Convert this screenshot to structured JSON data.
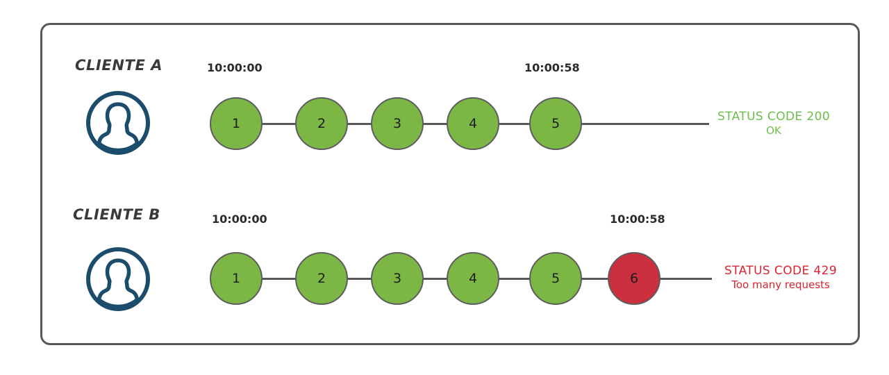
{
  "diagram": {
    "frame_border_color": "#58585a",
    "background_color": "#ffffff",
    "palette": {
      "green_node": "#7cb745",
      "red_node": "#cc2f3d",
      "node_stroke": "#5d5d5f",
      "avatar": "#1c4c6b",
      "status_ok_text": "#6dbe4b",
      "status_error_text": "#d82430",
      "timestamp_text": "#2b2b2b",
      "label_text": "#3a3a3a"
    },
    "rows": [
      {
        "id": "client-a",
        "label": "CLIENTE A",
        "avatar_icon": "user-avatar-icon",
        "start_time": "10:00:00",
        "end_time": "10:00:58",
        "nodes": [
          {
            "number": "1",
            "state": "ok"
          },
          {
            "number": "2",
            "state": "ok"
          },
          {
            "number": "3",
            "state": "ok"
          },
          {
            "number": "4",
            "state": "ok"
          },
          {
            "number": "5",
            "state": "ok"
          }
        ],
        "status": {
          "variant": "ok",
          "line1": "STATUS CODE 200",
          "line2": "OK"
        }
      },
      {
        "id": "client-b",
        "label": "CLIENTE B",
        "avatar_icon": "user-avatar-icon",
        "start_time": "10:00:00",
        "end_time": "10:00:58",
        "nodes": [
          {
            "number": "1",
            "state": "ok"
          },
          {
            "number": "2",
            "state": "ok"
          },
          {
            "number": "3",
            "state": "ok"
          },
          {
            "number": "4",
            "state": "ok"
          },
          {
            "number": "5",
            "state": "ok"
          },
          {
            "number": "6",
            "state": "error"
          }
        ],
        "status": {
          "variant": "error",
          "line1": "STATUS CODE 429",
          "line2": "Too many requests"
        }
      }
    ]
  }
}
